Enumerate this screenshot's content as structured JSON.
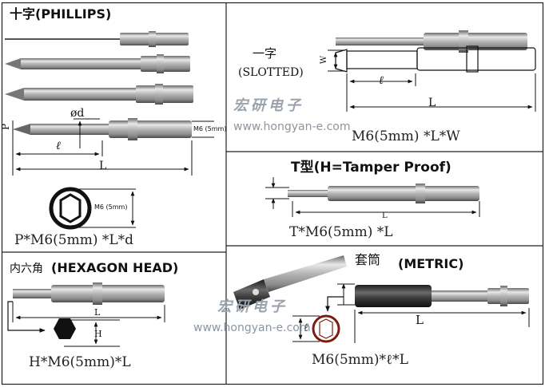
{
  "phillips": {
    "title": "十字(PHILLIPS)",
    "label_od": "ød",
    "label_p": "P",
    "label_m6_tag": "M6 (5mm)",
    "label_l_small": "ℓ",
    "label_l": "L",
    "label_m6_ring": "M6 (5mm)",
    "formula": "P*M6(5mm) *L*d"
  },
  "slotted": {
    "title_cn": "一字",
    "title_en": "(SLOTTED)",
    "label_w": "W",
    "label_l_small": "ℓ",
    "label_l": "L",
    "formula": "M6(5mm) *L*W"
  },
  "tamper": {
    "title": "T型(H=Tamper Proof)",
    "label_l": "L",
    "formula": "T*M6(5mm) *L"
  },
  "hexagon": {
    "title_cn": "内六角",
    "title_en": "(HEXAGON HEAD)",
    "label_l": "L",
    "label_h": "H",
    "formula": "H*M6(5mm)*L"
  },
  "metric": {
    "title_cn": "套筒",
    "title_en": "(METRIC)",
    "label_l": "L",
    "label_l_small": "ℓ",
    "formula": "M6(5mm)*ℓ*L"
  },
  "watermark": {
    "cn": "宏研电子",
    "url": "www.hongyan-e.com"
  },
  "colors": {
    "steel_light": "#e6e6e6",
    "steel_mid": "#a8a8a8",
    "steel_dark": "#5a5a5a",
    "socket_dark": "#3a3a3a",
    "ring_red": "#7a1c10",
    "line": "#111111"
  }
}
